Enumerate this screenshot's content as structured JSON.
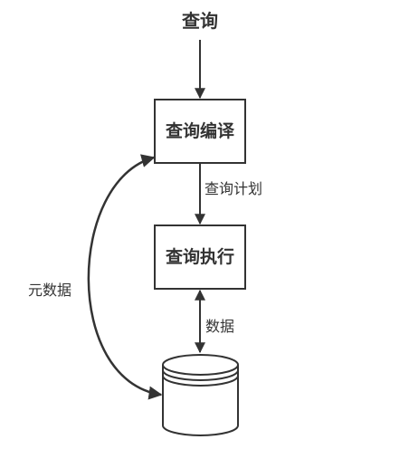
{
  "nodes": {
    "query": "查询",
    "compile": "查询编译",
    "execute": "查询执行"
  },
  "edges": {
    "plan": "查询计划",
    "data": "数据",
    "metadata": "元数据"
  },
  "colors": {
    "stroke": "#333333",
    "text": "#333333",
    "background": "#ffffff"
  }
}
